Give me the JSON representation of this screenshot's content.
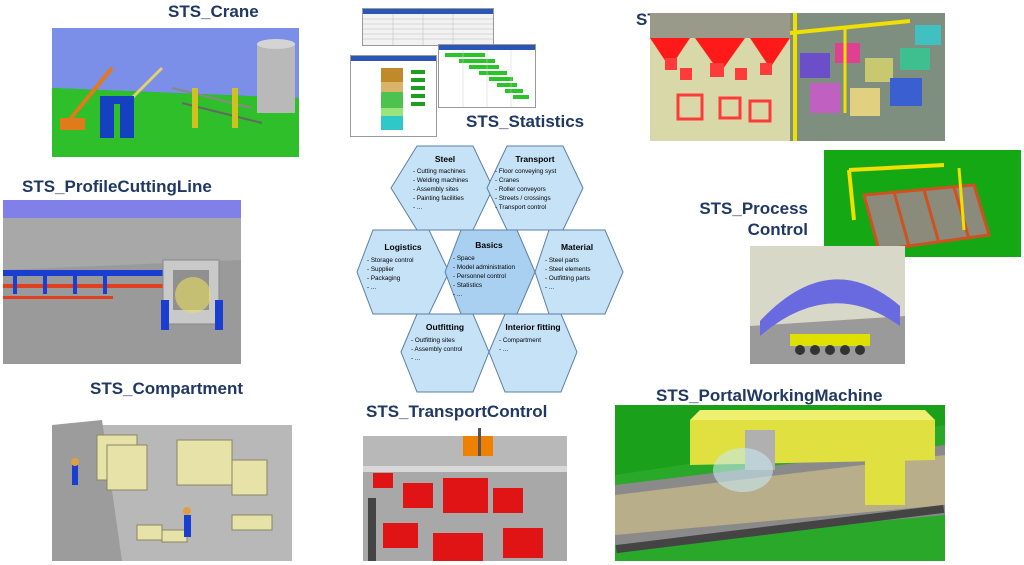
{
  "labels": {
    "crane": "STS_Crane",
    "statistics": "STS_Statistics",
    "space": "STS_Space",
    "profile": "STS_ProfileCuttingLine",
    "process_line1": "STS_Process",
    "process_line2": "Control",
    "compartment": "STS_Compartment",
    "transport": "STS_TransportControl",
    "portal": "STS_PortalWorkingMachine"
  },
  "hexagons": {
    "steel": {
      "title": "Steel",
      "items": [
        "- Cutting machines",
        "- Welding machines",
        "- Assembly sites",
        "- Painting facilities",
        "- ..."
      ]
    },
    "transport": {
      "title": "Transport",
      "items": [
        "- Floor conveying syst",
        "- Cranes",
        "- Roller conveyors",
        "- Streets / crossings",
        "- Transport control"
      ]
    },
    "logistics": {
      "title": "Logistics",
      "items": [
        "- Storage control",
        "- Supplier",
        "- Packaging",
        "- ..."
      ]
    },
    "basics": {
      "title": "Basics",
      "items": [
        "- Space",
        "- Model administration",
        "- Personnel control",
        "- Statistics",
        "- ..."
      ]
    },
    "material": {
      "title": "Material",
      "items": [
        "- Steel parts",
        "- Steel elements",
        "- Outfitting parts",
        "- ..."
      ]
    },
    "outfitting": {
      "title": "Outfitting",
      "items": [
        "- Outfitting sites",
        "- Assembly control",
        "- ..."
      ]
    },
    "interior": {
      "title": "Interior fitting",
      "items": [
        "- Compartment",
        "- ..."
      ]
    }
  },
  "colors": {
    "label_text": "#1f3864",
    "hex_fill": "#c6e2f7",
    "hex_fill_center": "#a9d0f0",
    "hex_stroke": "#5b7fa6"
  }
}
